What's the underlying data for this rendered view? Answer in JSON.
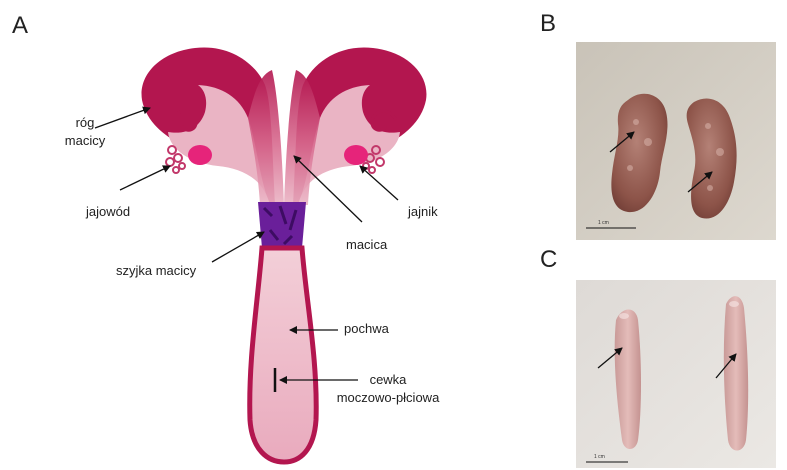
{
  "panels": {
    "a": "A",
    "b": "B",
    "c": "C"
  },
  "labels": {
    "rog_line1": "róg",
    "rog_line2": "macicy",
    "jajowod": "jajowód",
    "jajnik": "jajnik",
    "macica": "macica",
    "szyjka": "szyjka macicy",
    "pochwa": "pochwa",
    "cewka_line1": "cewka",
    "cewka_line2": "moczowo-płciowa"
  },
  "scale_bars": {
    "b": "1 cm",
    "c": "1 cm"
  },
  "colors": {
    "dark_crimson": "#b3164f",
    "light_pink": "#eab4c4",
    "mid_pink": "#d86b8f",
    "ovary_magenta": "#e6247a",
    "cervix_purple": "#6a1f9a",
    "vagina_pink": "#f1c6d0"
  }
}
